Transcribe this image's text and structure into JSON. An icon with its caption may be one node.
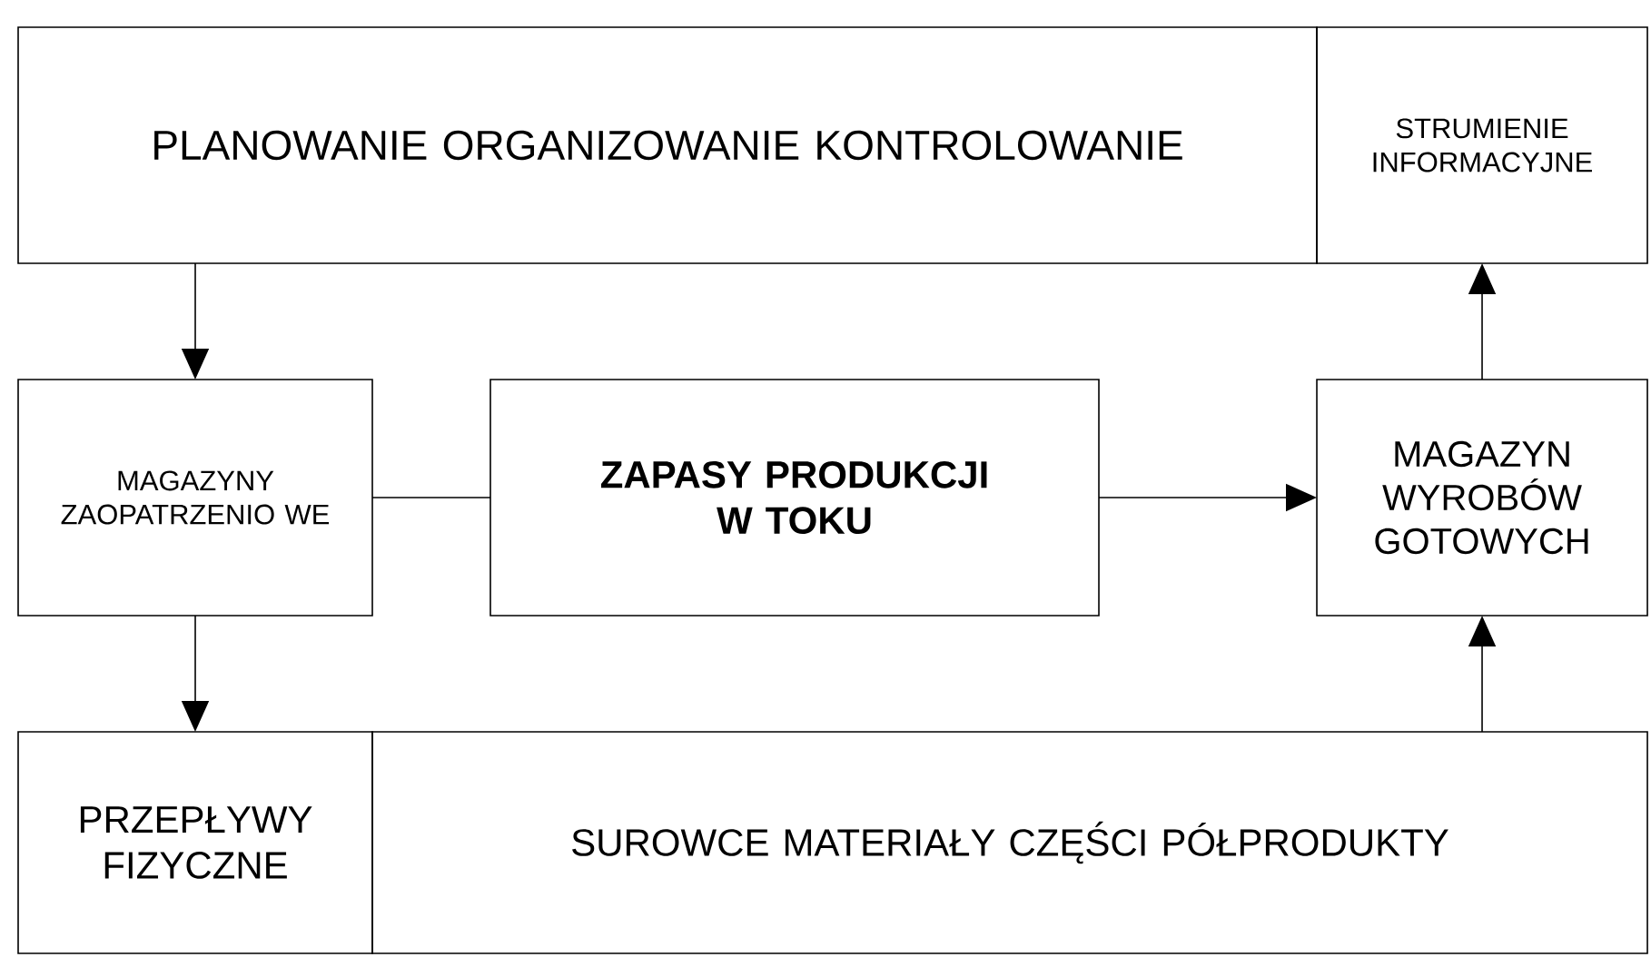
{
  "diagram": {
    "nodes": [
      {
        "text": [
          "PLANOWANIE ORGANIZOWANIE KONTROLOWANIE"
        ]
      },
      {
        "text": [
          "STRUMIENIE INFORMACYJNE"
        ]
      },
      {
        "text": [
          "MAGAZYNY ZAOPATRZENIO WE"
        ]
      },
      {
        "text": [
          "ZAPASY PRODUKCJI W TOKU"
        ]
      },
      {
        "text": [
          "MAGAZYN WYROBÓW GOTOWYCH"
        ]
      },
      {
        "text": [
          "PRZEPŁYWY FIZYCZNE"
        ]
      },
      {
        "text": [
          "SUROWCE MATERIAŁY CZĘŚCI PÓŁPRODUKTY"
        ]
      }
    ],
    "edges": [
      {
        "from": 0,
        "to": 2,
        "arrow": "to"
      },
      {
        "from": 2,
        "to": 3,
        "arrow": "none"
      },
      {
        "from": 3,
        "to": 4,
        "arrow": "to"
      },
      {
        "from": 4,
        "to": 1,
        "arrow": "to"
      },
      {
        "from": 2,
        "to": 5,
        "arrow": "to"
      },
      {
        "from": 6,
        "to": 4,
        "arrow": "to"
      }
    ]
  }
}
